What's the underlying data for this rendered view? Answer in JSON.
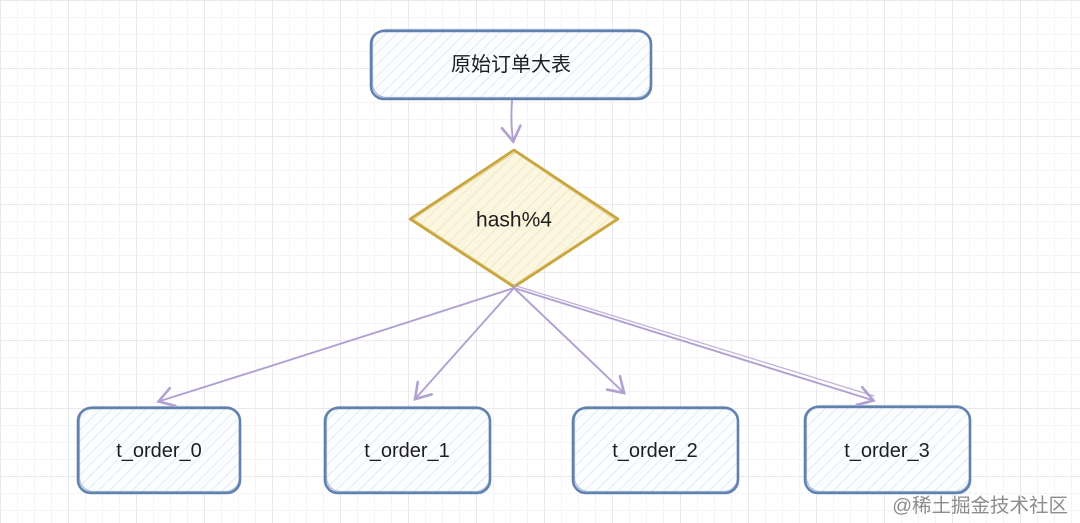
{
  "diagram": {
    "title_hint": "database table sharding by hash",
    "nodes": {
      "source": {
        "label": "原始订单大表",
        "shape": "rectangle",
        "fill": "#fafcfe",
        "hatch": "#d3e1f0",
        "border": "#6181ae",
        "text_color": "#1e1e1e"
      },
      "hash": {
        "label": "hash%4",
        "shape": "diamond",
        "fill": "#fcf8e3",
        "hatch": "#ece1b8",
        "border": "#c9a53d",
        "text_color": "#1e1e1e"
      },
      "shard0": {
        "label": "t_order_0",
        "shape": "rectangle",
        "fill": "#fafcfe",
        "hatch": "#d3e1f0",
        "border": "#6181ae",
        "text_color": "#1e1e1e"
      },
      "shard1": {
        "label": "t_order_1",
        "shape": "rectangle",
        "fill": "#fafcfe",
        "hatch": "#d3e1f0",
        "border": "#6181ae",
        "text_color": "#1e1e1e"
      },
      "shard2": {
        "label": "t_order_2",
        "shape": "rectangle",
        "fill": "#fafcfe",
        "hatch": "#d3e1f0",
        "border": "#6181ae",
        "text_color": "#1e1e1e"
      },
      "shard3": {
        "label": "t_order_3",
        "shape": "rectangle",
        "fill": "#fafcfe",
        "hatch": "#d3e1f0",
        "border": "#6181ae",
        "text_color": "#1e1e1e"
      }
    },
    "edges": [
      {
        "from": "source",
        "to": "hash"
      },
      {
        "from": "hash",
        "to": "shard0"
      },
      {
        "from": "hash",
        "to": "shard1"
      },
      {
        "from": "hash",
        "to": "shard2"
      },
      {
        "from": "hash",
        "to": "shard3"
      }
    ],
    "arrow_color": "#b2a0d2",
    "grid_minor_color": "#f4f4f6",
    "grid_major_color": "#e9e9ed"
  },
  "watermark": {
    "text": "@稀土掘金技术社区",
    "color": "#8c8c8c"
  }
}
